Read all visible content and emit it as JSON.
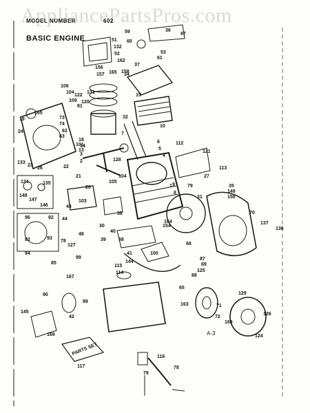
{
  "watermark": "AppliancePartsPros.com",
  "header": {
    "model_prefix": "MODEL NUMBER",
    "model_suffix": "602"
  },
  "title": "BASIC ENGINE",
  "figure_ref": "A-3",
  "colors": {
    "line": "#1a1a1a",
    "paper": "#fdfdfb",
    "watermark": "#5a5a5a"
  },
  "part_labels": [
    "59",
    "51",
    "132",
    "52",
    "162",
    "156",
    "157",
    "165",
    "158",
    "36",
    "97",
    "60",
    "34",
    "37",
    "61",
    "53",
    "106",
    "165",
    "104",
    "109",
    "81",
    "122",
    "131",
    "120",
    "73",
    "74",
    "62",
    "63",
    "101",
    "133",
    "23",
    "24",
    "26",
    "19",
    "32",
    "10",
    "18",
    "7",
    "6",
    "5",
    "14",
    "15",
    "4",
    "3",
    "2",
    "13",
    "128",
    "22",
    "21",
    "20",
    "105",
    "104",
    "112",
    "121",
    "113",
    "27",
    "79",
    "1",
    "35",
    "149",
    "150",
    "134",
    "135",
    "148",
    "146",
    "147",
    "103",
    "70",
    "31",
    "92",
    "96",
    "94",
    "93",
    "82",
    "43",
    "44",
    "48",
    "78",
    "127",
    "38",
    "30",
    "40",
    "58",
    "39",
    "41",
    "154",
    "9",
    "8",
    "100",
    "137",
    "136",
    "124",
    "125",
    "88",
    "69",
    "65",
    "85",
    "99",
    "167",
    "115",
    "114",
    "144",
    "164",
    "163",
    "71",
    "72",
    "168",
    "129",
    "126",
    "68",
    "87",
    "89",
    "90",
    "42",
    "145",
    "169",
    "117",
    "116",
    "78",
    "79"
  ],
  "kit_card_text": "PARTS SET"
}
